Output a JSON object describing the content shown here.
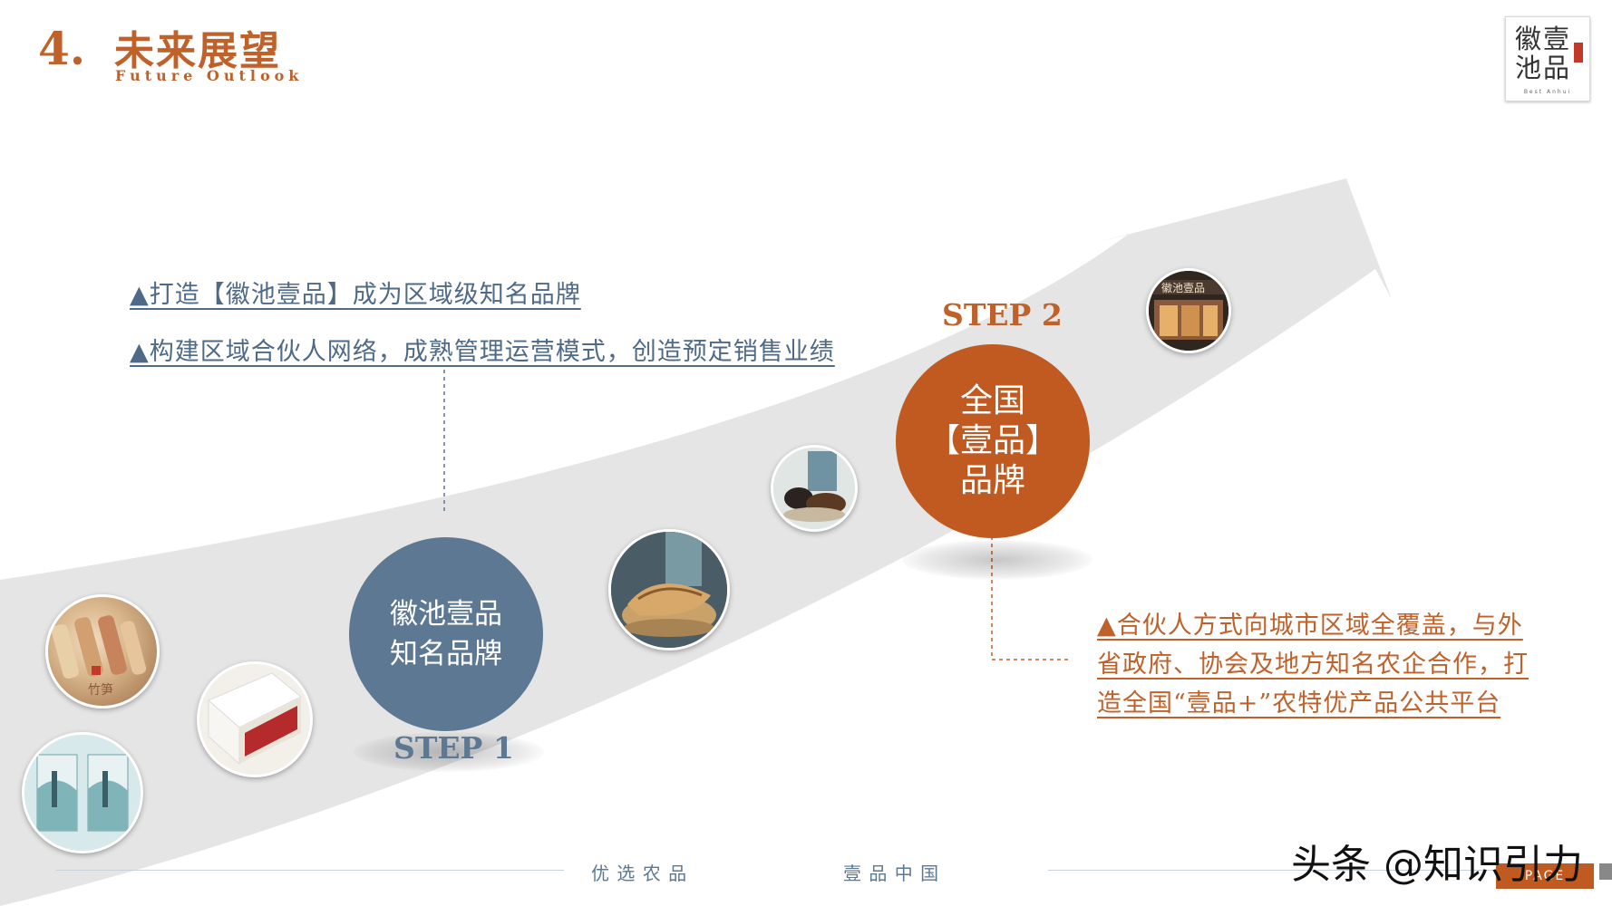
{
  "header": {
    "section_number": "4.",
    "title": "未来展望",
    "subtitle": "Future Outlook"
  },
  "logo": {
    "text": "徽壹池品",
    "sub": "Best Anhui"
  },
  "bullets_top": [
    "▲打造【徽池壹品】成为区域级知名品牌",
    "▲构建区域合伙人网络，成熟管理运营模式，创造预定销售业绩"
  ],
  "bullets_right": [
    "▲合伙人方式向城市区域全覆盖，与外",
    "省政府、协会及地方知名农企合作，打",
    "造全国“壹品+”农特优产品公共平台"
  ],
  "step1": {
    "label": "STEP 1",
    "circle_line1": "徽池壹品",
    "circle_line2": "知名品牌"
  },
  "step2": {
    "label": "STEP 2",
    "circle_line1": "全国",
    "circle_line2": "【壹品】",
    "circle_line3": "品牌"
  },
  "photos": {
    "bamboo_caption": "竹笋",
    "store_sign": "徽池壹品"
  },
  "footer": {
    "left_text": "优 选 农 品",
    "right_text": "壹 品 中 国",
    "page_tag": "PAGE"
  },
  "watermark": "头条 @知识引力",
  "colors": {
    "accent_orange": "#c0612a",
    "accent_blue": "#5c7893",
    "arrow_gray": "#e5e5e5"
  }
}
